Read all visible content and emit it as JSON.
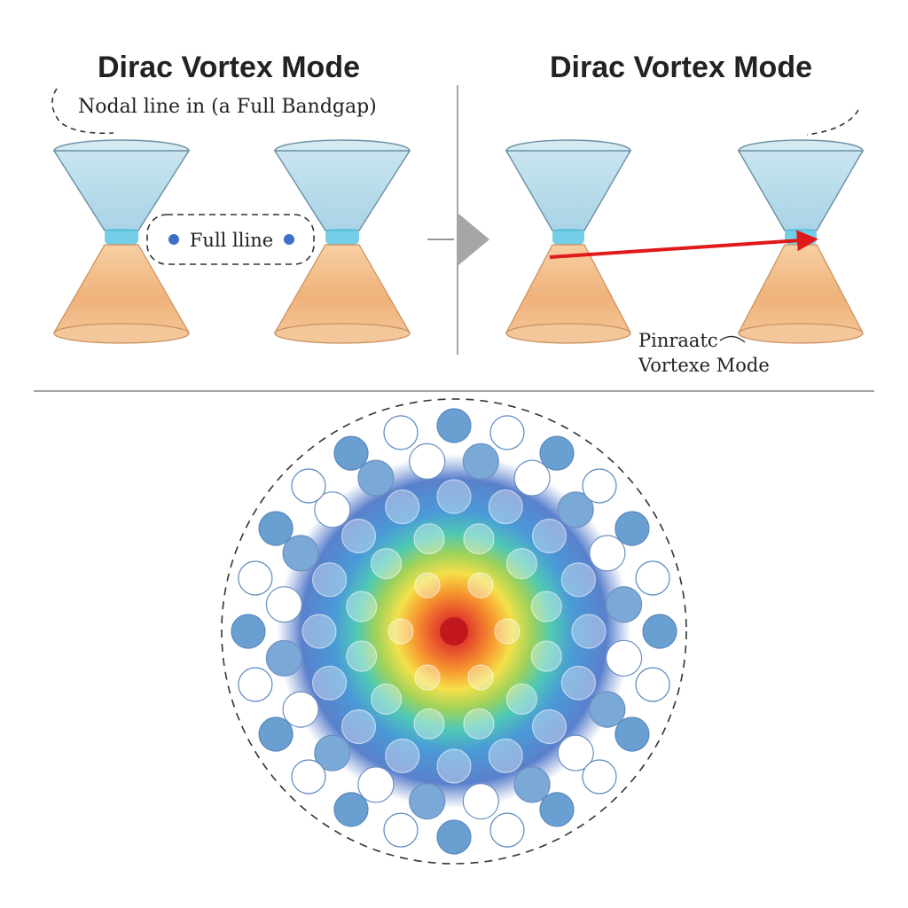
{
  "left_panel": {
    "title": "Dirac Vortex Mode",
    "subtitle": "Nodal line in (a Full Bandgap)",
    "callout_label": "Full lline"
  },
  "right_panel": {
    "title": "Dirac Vortex Mode",
    "annotation_line1": "Pinraatc",
    "annotation_line2": "Vortexe Mode"
  },
  "colors": {
    "upper_cone": "#b8dcea",
    "lower_cone": "#f2b57c",
    "node_ring": "#5cc6e3",
    "connecting_line": "#e0191b",
    "lattice_pillar": "#6a9fd1",
    "field_peak": "#d8262a",
    "divider": "#888888"
  },
  "icons": {
    "panel_arrow": "play-triangle-icon"
  }
}
